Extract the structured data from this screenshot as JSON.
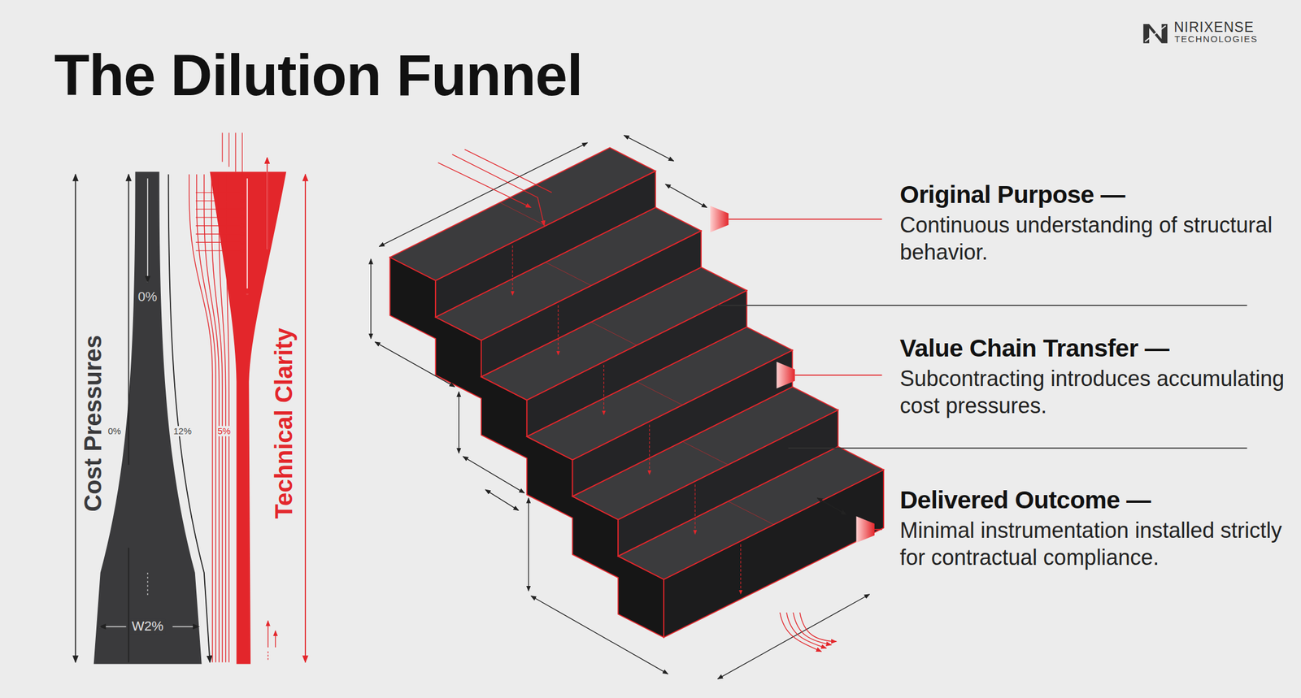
{
  "diagram": {
    "title": "The Dilution Funnel",
    "labels": [
      "NIRIXENSE",
      "TECHNOLOGIES",
      "Cost Pressures",
      "Technical Clarity",
      "0%",
      "0%",
      "12%",
      "5%",
      "W2%",
      "Original Purpose —",
      "Continuous understanding of structural behavior.",
      "Value Chain Transfer —",
      "Subcontracting introduces accumulating cost pressures.",
      "Delivered Outcome —",
      "Minimal instrumentation installed strictly for contractual compliance."
    ]
  }
}
